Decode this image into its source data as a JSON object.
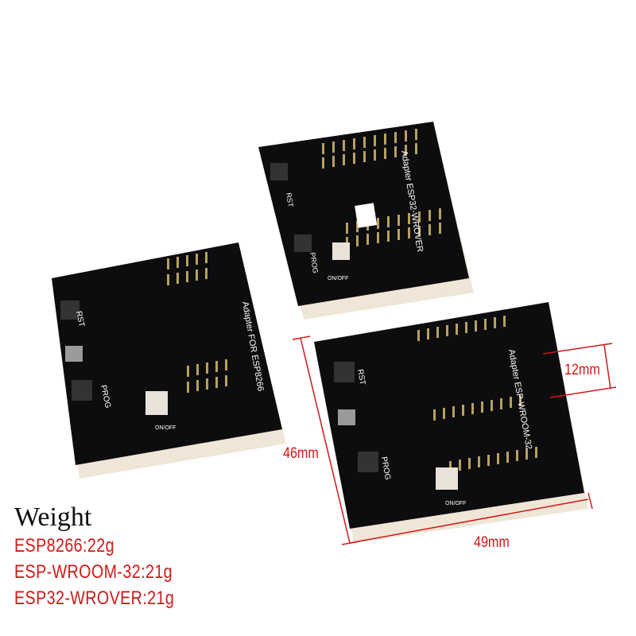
{
  "boards": [
    {
      "name": "Adapter",
      "model": "FOR ESP8266",
      "rst": "RST",
      "prog": "PROG",
      "switch": "ON/OFF"
    },
    {
      "name": "Adapter",
      "model": "ESP32-WROVER",
      "rst": "RST",
      "prog": "PROG",
      "switch": "ON/OFF"
    },
    {
      "name": "Adapter",
      "model": "ESP-WROOM-32",
      "rst": "RST",
      "prog": "PROG",
      "switch": "ON/OFF"
    }
  ],
  "dimensions": {
    "height": "46mm",
    "width": "49mm",
    "notch": "12mm"
  },
  "weight": {
    "title": "Weight",
    "items": [
      "ESP8266:22g",
      "ESP-WROOM-32:21g",
      "ESP32-WROVER:21g"
    ]
  },
  "colors": {
    "board": "#0d0d0f",
    "dimension": "#d01818",
    "pins": "#b8a060"
  }
}
